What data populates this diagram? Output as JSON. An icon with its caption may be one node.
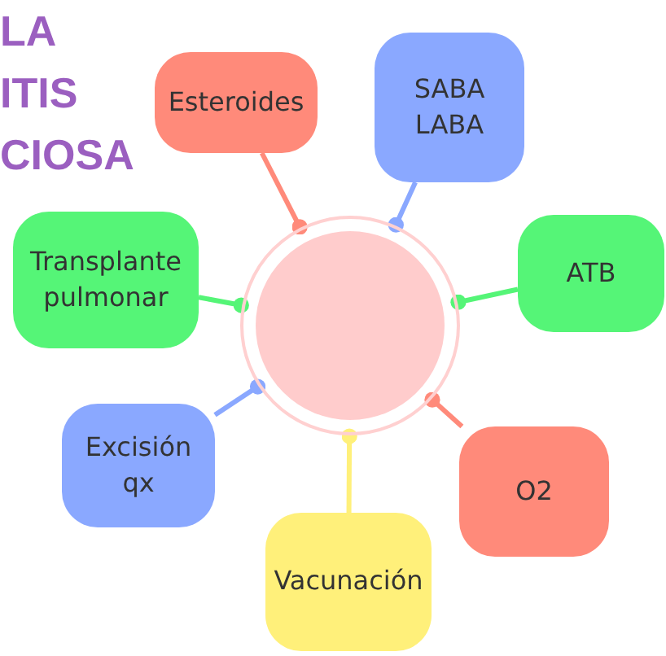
{
  "diagram": {
    "nodes": [
      {
        "text": [],
        "shape": "circle"
      },
      {
        "text": [
          "Esteroides"
        ]
      },
      {
        "text": [
          "SABA LABA"
        ]
      },
      {
        "text": [
          "ATB"
        ]
      },
      {
        "text": [
          "O2"
        ]
      },
      {
        "text": [
          "Vacunación"
        ]
      },
      {
        "text": [
          "Excisión qx"
        ]
      },
      {
        "text": [
          "Transplante pulmonar"
        ]
      }
    ],
    "edges": [
      {
        "from": 1,
        "to": 0,
        "arrow": "other",
        "color": "#ff8a7a"
      },
      {
        "from": 2,
        "to": 0,
        "arrow": "other",
        "color": "#8aa8ff"
      },
      {
        "from": 3,
        "to": 0,
        "arrow": "other",
        "color": "#55f577"
      },
      {
        "from": 4,
        "to": 0,
        "arrow": "other",
        "color": "#ff8a7a"
      },
      {
        "from": 5,
        "to": 0,
        "arrow": "other",
        "color": "#fff07a"
      },
      {
        "from": 6,
        "to": 0,
        "arrow": "other",
        "color": "#8aa8ff"
      },
      {
        "from": 7,
        "to": 0,
        "arrow": "other",
        "color": "#55f577"
      }
    ],
    "labels": [
      "LA",
      "ITIS",
      "CIOSA"
    ]
  }
}
